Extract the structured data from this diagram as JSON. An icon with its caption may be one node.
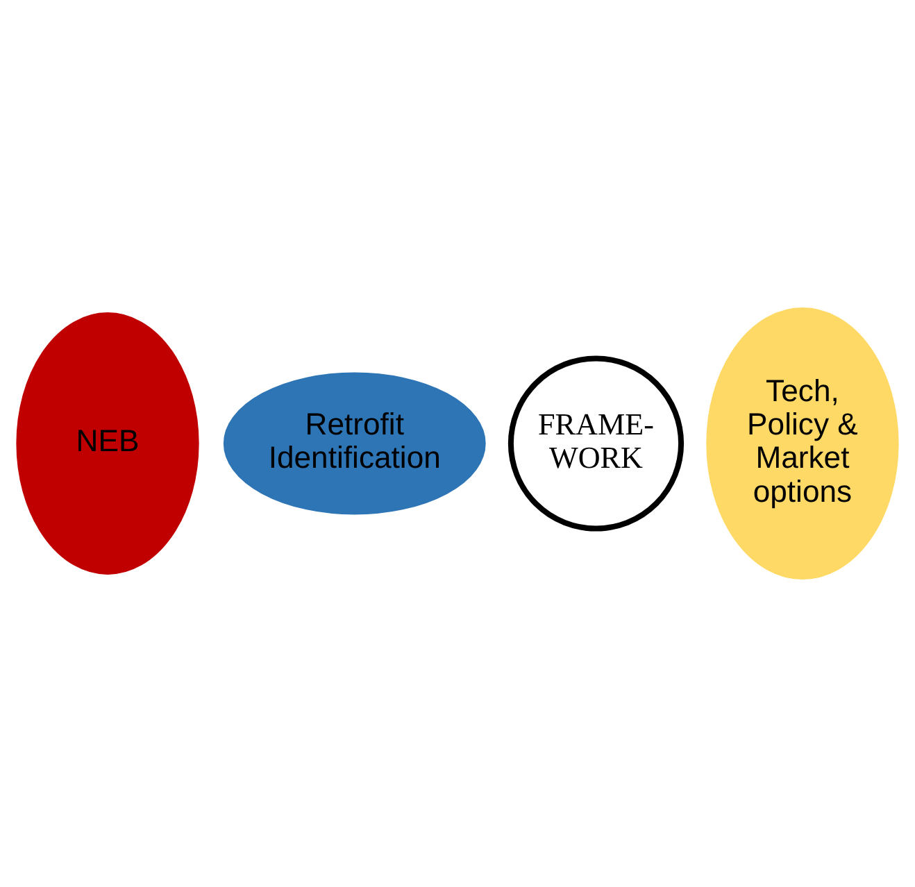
{
  "diagram": {
    "nodes": [
      {
        "text": [
          "Retrofit Identification"
        ]
      },
      {
        "text": [
          "FRAME- WORK"
        ]
      },
      {
        "text": [
          "NEB"
        ]
      },
      {
        "text": [
          "Tech, Policy & Market options"
        ]
      }
    ]
  }
}
